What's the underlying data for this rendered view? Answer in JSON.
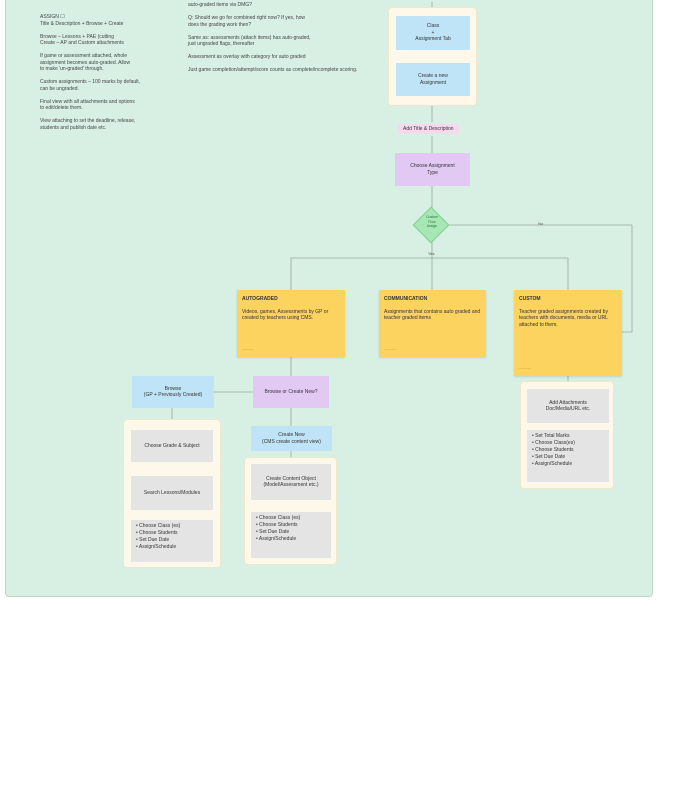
{
  "notes_left": [
    "ASSIGN ☐",
    "Title & Description + Browse + Create",
    "",
    "Browse – Lessons + PAE (cutting",
    "Create – AP and Custom attachments",
    "",
    "If game or assessment attached, whole",
    "assignment becomes auto-graded. Allow",
    "to make 'un-graded' through.",
    "",
    "Custom assignments – 100 marks by default,",
    "can be ungraded.",
    "",
    "Final view with all attachments and options",
    "to edit/delete them.",
    "",
    "View attaching to set the deadline, release,",
    "students and publish date etc."
  ],
  "notes_right": [
    "auto-graded items via DMG?",
    "",
    "Q: Should we go for combined right now? If yes, how",
    "does the grading work then?",
    "",
    "Same as: assessments (attach items) has auto-graded,",
    "just ungraded flags, thereafter",
    "",
    "Assessment as overlay with category for auto graded",
    "",
    "Just game completion/attempt/score counts as complete/incomplete scoring."
  ],
  "top_group": {
    "node1": "Class\n+\nAssignment Tab",
    "node2": "Create a new\nAssignment"
  },
  "add_title": "Add Title & Description",
  "choose_type": "Choose Assignment\nType",
  "decision": "Custom\nFlow\nAssign",
  "edge_yes": "Yes",
  "edge_no": "No",
  "autograded": {
    "title": "AUTOGRADED",
    "body": "Videos, games, Assessments by GP or created by teachers using CMS.",
    "foot": "————"
  },
  "communication": {
    "title": "COMMUNICATION",
    "body": "Assignments that contains auto graded and teacher graded items",
    "foot": "————"
  },
  "custom": {
    "title": "CUSTOM",
    "body": "Teacher graded assignments created by teachers with documents, media or URL attached to them.",
    "foot": "————"
  },
  "browse": "Browse\n(GP + Previously Created)",
  "browse_or_create": "Browse or Create New?",
  "create_new": "Create New\n(CMS create content view)",
  "left_group": {
    "item1": "Choose Grade & Subject",
    "item2": "Search Lessons/Modules",
    "list": [
      "Choose Class (es)",
      "Choose Students",
      "Set Due Date",
      "Assign/Schedule"
    ]
  },
  "mid_group": {
    "item1": "Create Content Object\n(Model/Assessment etc.)",
    "list": [
      "Choose Class (es)",
      "Choose Students",
      "Set Due Date",
      "Assign/Schedule"
    ]
  },
  "right_group": {
    "item1": "Add Attachments\nDoc/Media/URL etc.",
    "list": [
      "Set Total Marks",
      "Choose Class(es)",
      "Choose Students",
      "Set Due Date",
      "Assign/Schedule"
    ]
  }
}
